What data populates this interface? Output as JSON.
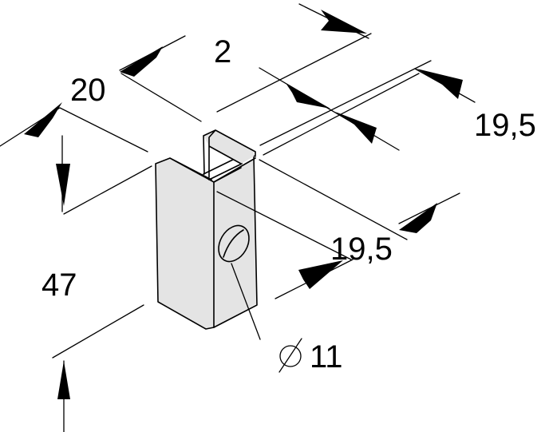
{
  "drawing": {
    "dimensions": {
      "width": "20",
      "thickness": "2",
      "depth_top": "19,5",
      "depth_side": "19,5",
      "height": "47",
      "hole_prefix": "⌀",
      "hole_value": "11"
    }
  }
}
